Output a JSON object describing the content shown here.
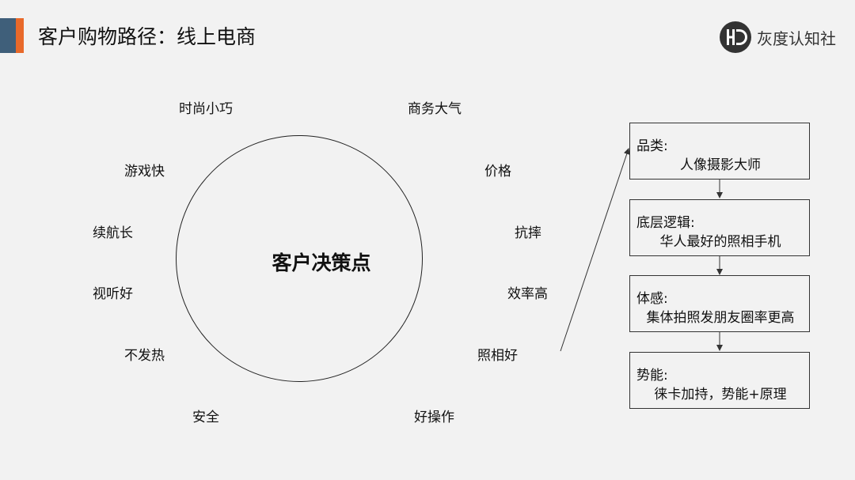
{
  "header": {
    "title": "客户购物路径：线上电商",
    "brand_name": "灰度认知社",
    "logo_letters": "HD",
    "accent_colors": [
      "#3f5f7a",
      "#e8692a"
    ]
  },
  "diagram": {
    "center_label": "客户决策点",
    "factors": {
      "left": [
        "时尚小巧",
        "游戏快",
        "续航长",
        "视听好",
        "不发热",
        "安全"
      ],
      "right": [
        "商务大气",
        "价格",
        "抗摔",
        "效率高",
        "照相好",
        "好操作"
      ]
    },
    "boxes": [
      {
        "heading": "品类:",
        "value": "人像摄影大师"
      },
      {
        "heading": "底层逻辑:",
        "value": "华人最好的照相手机"
      },
      {
        "heading": "体感:",
        "value": "集体拍照发朋友圈率更高"
      },
      {
        "heading": "势能:",
        "value": "徕卡加持，势能+原理"
      }
    ]
  }
}
